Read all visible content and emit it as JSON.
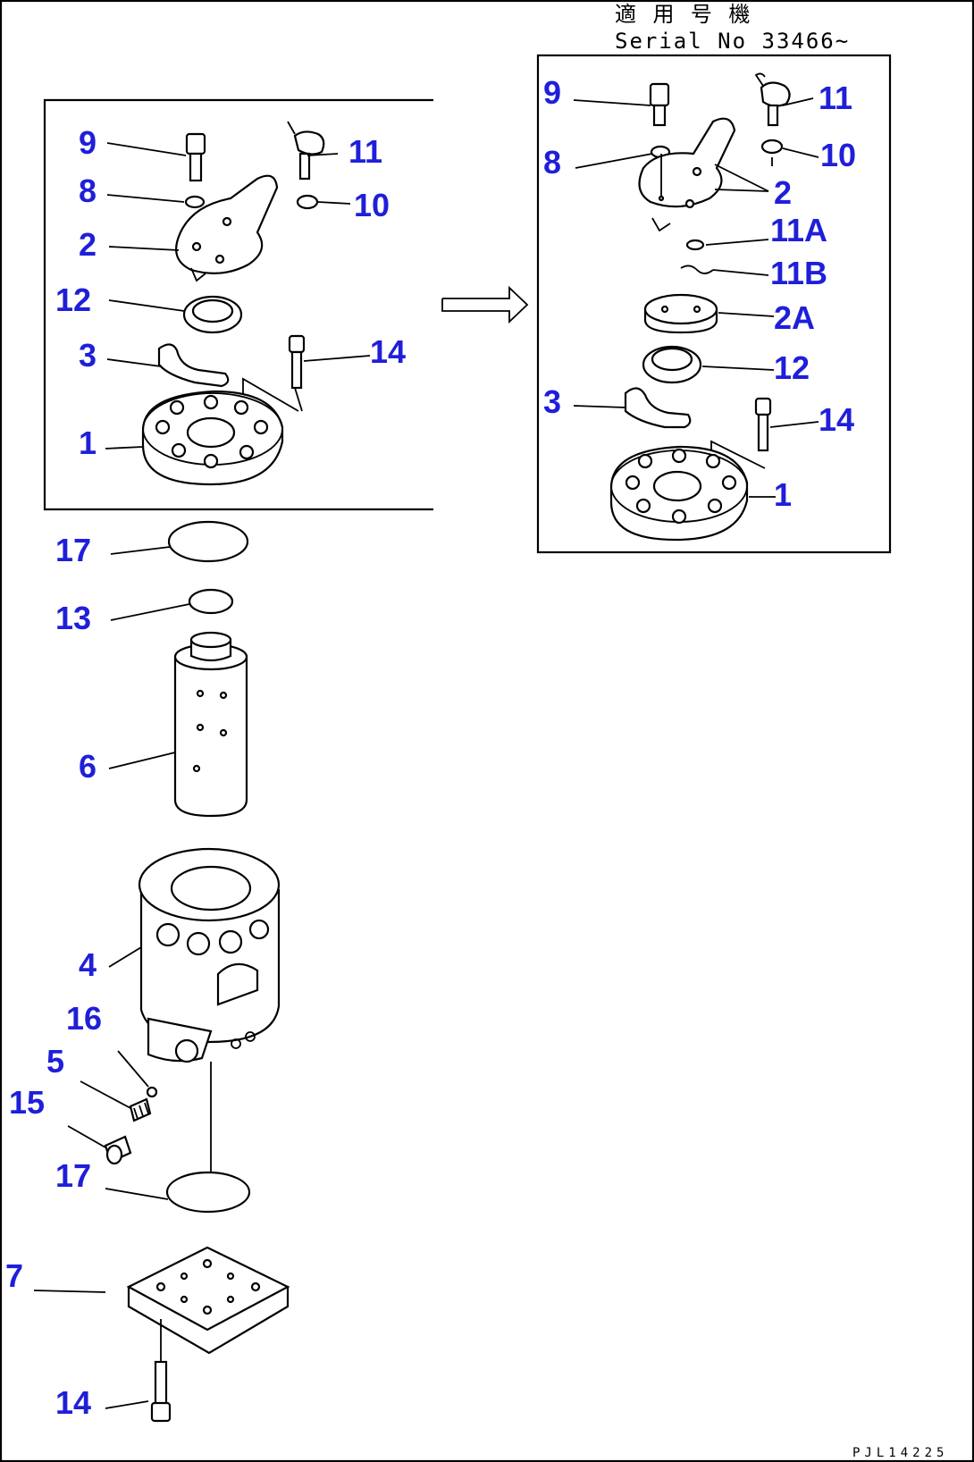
{
  "header": {
    "applicable_label": "適 用 号 機",
    "serial_label": "Serial No 33466~"
  },
  "drawing_code": "PJL14225",
  "callouts": {
    "main": {
      "n9": "9",
      "n11": "11",
      "n8": "8",
      "n10": "10",
      "n2": "2",
      "n12": "12",
      "n3": "3",
      "n14": "14",
      "n1": "1",
      "n17a": "17",
      "n13": "13",
      "n6": "6",
      "n4": "4",
      "n16": "16",
      "n5": "5",
      "n15": "15",
      "n17b": "17",
      "n7": "7",
      "n14b": "14"
    },
    "inset": {
      "n9": "9",
      "n11": "11",
      "n8": "8",
      "n10": "10",
      "n2": "2",
      "n11a": "11A",
      "n11b": "11B",
      "n2a": "2A",
      "n12": "12",
      "n3": "3",
      "n14": "14",
      "n1": "1"
    }
  },
  "colors": {
    "callout": "#1f1fd9",
    "lines": "#000000",
    "background": "#ffffff"
  }
}
